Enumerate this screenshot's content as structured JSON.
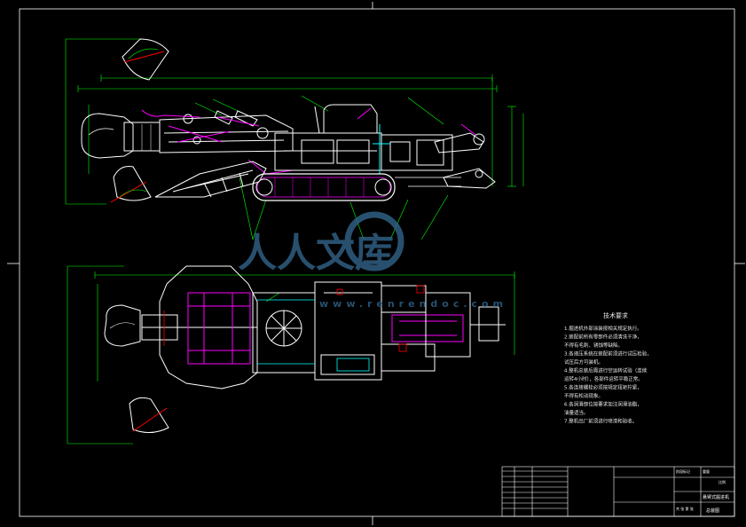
{
  "watermark": {
    "text": "人人文库",
    "url": "www.renrendoc.com",
    "color": "#2f5f82"
  },
  "notes": {
    "title": "技术要求",
    "items": [
      "1.掘进机外部涂装按相关规定执行。",
      "2.装配前所有零部件必须清洗干净，",
      "   不得有毛刺、锈蚀等缺陷。",
      "3.各液压系统在装配前须进行试压检验，",
      "   试压后方可装机。",
      "4.整机总装后需进行空运转试验（连续",
      "   运转4小时），各部件运转平稳正常。",
      "5.各连接螺栓必须按规定扭矩拧紧，",
      "   不得有松动现象。",
      "6.各润滑部位按要求加注润滑油脂，",
      "   油量适当。",
      "7.整机出厂前须进行喷漆和验收。"
    ]
  },
  "title_block": {
    "drawing_name": "悬臂式掘进机",
    "drawing_no": "总装图",
    "stage_label": "阶段标记",
    "weight_label": "重量",
    "scale_label": "比例",
    "sheet_label": "共 张 第 张"
  },
  "colors": {
    "background": "#000000",
    "outline": "#ffffff",
    "dimension": "#00ff00",
    "hydraulic": "#ff00ff",
    "water": "#00ffff",
    "cutter": "#ff0000",
    "frame": "#ffffff"
  }
}
